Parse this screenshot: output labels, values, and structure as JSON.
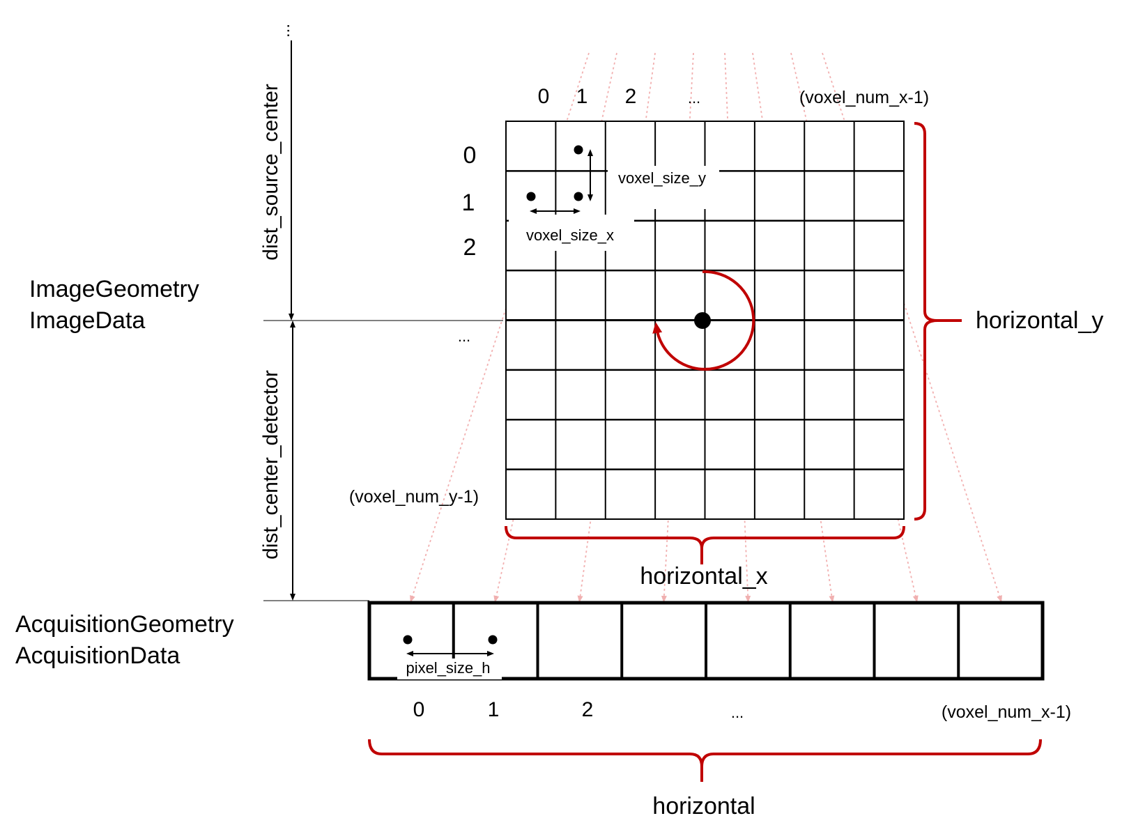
{
  "labels": {
    "image_geometry": "ImageGeometry",
    "image_data": "ImageData",
    "acquisition_geometry": "AcquisitionGeometry",
    "acquisition_data": "AcquisitionData",
    "dist_source_center": "dist_source_center",
    "dist_center_detector": "dist_center_detector",
    "horizontal_y": "horizontal_y",
    "horizontal_x": "horizontal_x",
    "horizontal": "horizontal",
    "voxel_size_y": "voxel_size_y",
    "voxel_size_x": "voxel_size_x",
    "pixel_size_h": "pixel_size_h",
    "top_ellipsis": "..."
  },
  "image_grid": {
    "columns": 8,
    "rows": 8,
    "col_labels": [
      "0",
      "1",
      "2",
      "...",
      "(voxel_num_x-1)"
    ],
    "row_labels": [
      "0",
      "1",
      "2",
      "...",
      "(voxel_num_y-1)"
    ]
  },
  "detector": {
    "pixels": 8,
    "pixel_labels": [
      "0",
      "1",
      "2",
      "...",
      "(voxel_num_x-1)"
    ]
  },
  "colors": {
    "accent": "#c00000",
    "ray": "#e8a0a0",
    "line": "#000000"
  }
}
